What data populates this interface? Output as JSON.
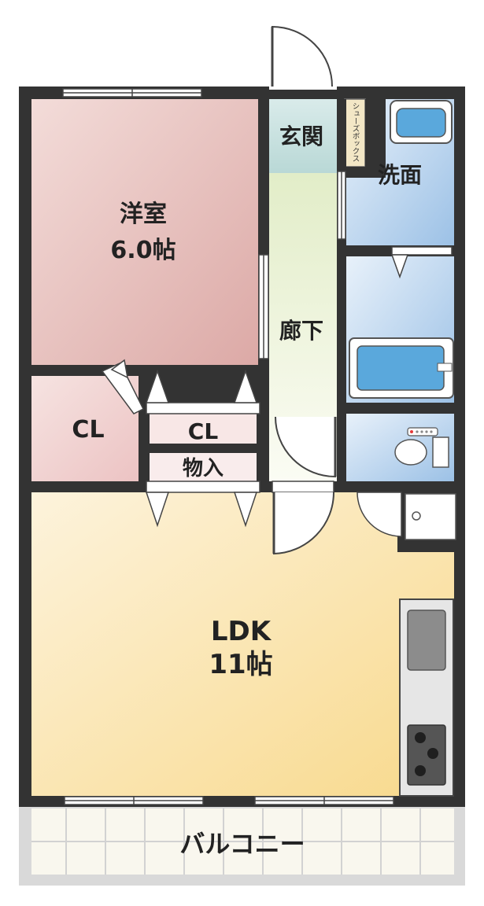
{
  "plan": {
    "rooms": {
      "western": {
        "name": "洋室",
        "size": "6.0帖"
      },
      "ldk": {
        "name": "LDK",
        "size": "11帖"
      },
      "entrance": "玄関",
      "shoe_box": "シューズボックス",
      "washroom": "洗面",
      "hallway": "廊下",
      "closet_left": "CL",
      "closet_center": "CL",
      "storage": "物入",
      "balcony": "バルコニー"
    },
    "colors": {
      "wall": "#333333",
      "western_room": "#e6b8b5",
      "ldk": "#fbe6b0",
      "hallway": "#e8f1d4",
      "entrance": "#cde3e2",
      "water_area": "#bcd6ee",
      "balcony": "#ececec"
    }
  }
}
